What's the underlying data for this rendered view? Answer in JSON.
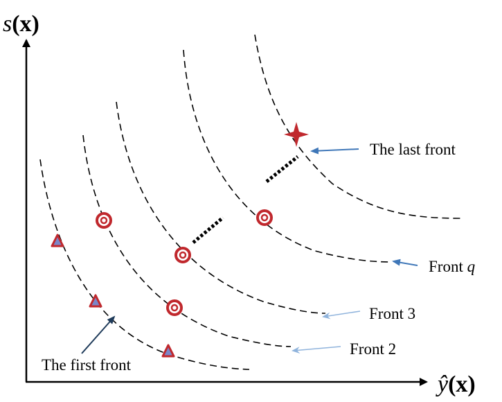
{
  "axes": {
    "x_label_main": "ŷ",
    "x_label_arg": "(x)",
    "y_label_main": "s",
    "y_label_arg": "(x)"
  },
  "fronts": [
    {
      "id": "first",
      "label": "The first front"
    },
    {
      "id": "front2",
      "label": "Front 2"
    },
    {
      "id": "front3",
      "label": "Front 3"
    },
    {
      "id": "frontq",
      "label_text": "Front ",
      "label_var": "q"
    },
    {
      "id": "last",
      "label": "The last front"
    }
  ],
  "colors": {
    "axis": "#000000",
    "front_curve": "#000000",
    "marker_red": "#c0282d",
    "triangle_fill": "#7b86c8",
    "arrow_dark": "#1f3b5a",
    "arrow_blue": "#3f77b8",
    "arrow_light": "#8fb3dc"
  },
  "markers": {
    "triangle": "triangle-marker",
    "ring": "ring-marker",
    "star": "four-point-star-marker"
  }
}
